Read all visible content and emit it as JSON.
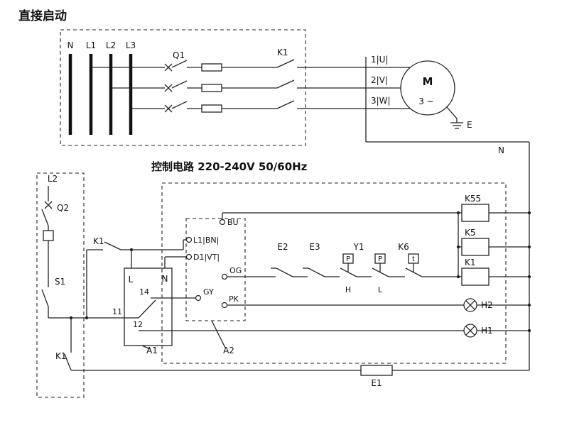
{
  "title": "直接启动",
  "power": {
    "bus": [
      "N",
      "L1",
      "L2",
      "L3"
    ],
    "q1": "Q1",
    "k1": "K1",
    "phases": [
      "1|U|",
      "2|V|",
      "3|W|"
    ],
    "motor_m": "M",
    "motor_type": "3 ~",
    "earth": "E",
    "neutral": "N"
  },
  "control": {
    "heading": "控制电路 220-240V 50/60Hz",
    "l2": "L2",
    "q2": "Q2",
    "s1": "S1",
    "k1_hold": "K1",
    "k1_aux": "K1",
    "a1": {
      "name": "A1",
      "l": "L",
      "n": "N",
      "t14": "14",
      "t11": "11",
      "t12": "12"
    },
    "a2": {
      "name": "A2",
      "l1": "L1|BN|",
      "d1": "D1|VT|",
      "bu": "BU",
      "og": "OG",
      "gy": "GY",
      "pk": "PK"
    },
    "row": {
      "e2": "E2",
      "e3": "E3",
      "y1": "Y1",
      "k6": "K6",
      "p": "P",
      "t": "t",
      "h": "H",
      "l": "L"
    },
    "relays": {
      "k55": "K55",
      "k5": "K5",
      "k1": "K1"
    },
    "lamps": {
      "h2": "H2",
      "h1": "H1"
    },
    "e1": "E1"
  }
}
